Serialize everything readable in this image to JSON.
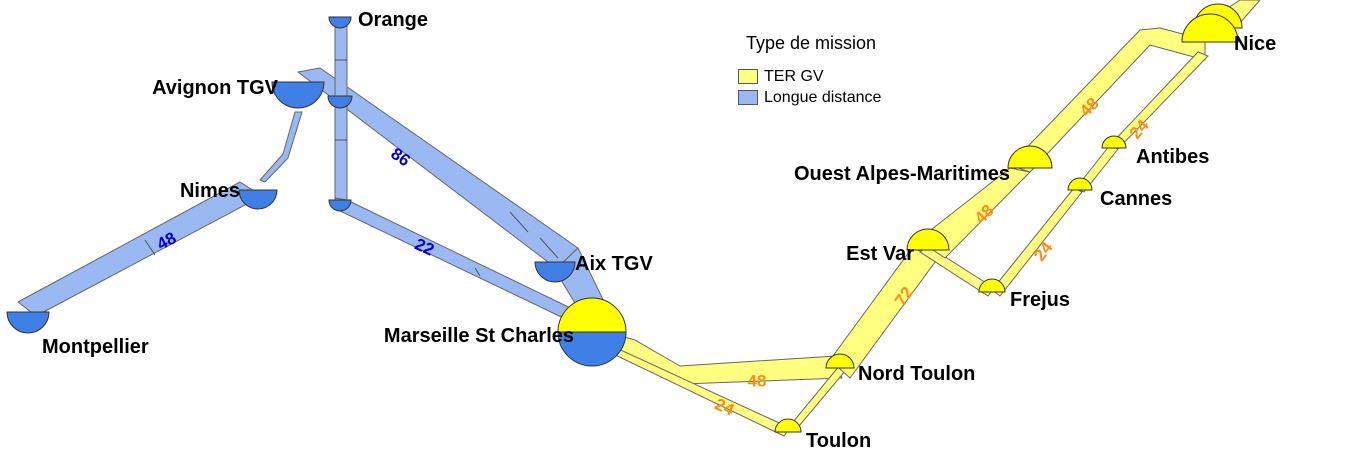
{
  "legend": {
    "title": "Type de mission",
    "items": [
      {
        "label": "TER GV",
        "color": "#ffff80"
      },
      {
        "label": "Longue distance",
        "color": "#9ab9f2"
      }
    ]
  },
  "colors": {
    "ter_fill": "#ffff80",
    "ld_fill": "#9ab9f2",
    "ter_node": "#ffff00",
    "ld_node": "#3f7fe6",
    "ter_value_text": "#ff8c1a",
    "ld_value_text": "#0000cc"
  },
  "stations": [
    {
      "id": "orange",
      "label": "Orange"
    },
    {
      "id": "avignon",
      "label": "Avignon TGV"
    },
    {
      "id": "nimes",
      "label": "Nimes"
    },
    {
      "id": "montpellier",
      "label": "Montpellier"
    },
    {
      "id": "aix",
      "label": "Aix TGV"
    },
    {
      "id": "marseille",
      "label": "Marseille St Charles"
    },
    {
      "id": "nord_toulon",
      "label": "Nord Toulon"
    },
    {
      "id": "toulon",
      "label": "Toulon"
    },
    {
      "id": "est_var",
      "label": "Est Var"
    },
    {
      "id": "frejus",
      "label": "Frejus"
    },
    {
      "id": "ouest_am",
      "label": "Ouest Alpes-Maritimes"
    },
    {
      "id": "cannes",
      "label": "Cannes"
    },
    {
      "id": "antibes",
      "label": "Antibes"
    },
    {
      "id": "nice",
      "label": "Nice"
    }
  ],
  "flows": [
    {
      "id": "avignon-aix",
      "type": "Longue distance",
      "value": "86"
    },
    {
      "id": "nimes-montpellier",
      "type": "Longue distance",
      "value": "48"
    },
    {
      "id": "orange-aix",
      "type": "Longue distance",
      "value": "22"
    },
    {
      "id": "marseille-nord_toulon",
      "type": "TER GV",
      "value": "48"
    },
    {
      "id": "marseille-toulon",
      "type": "TER GV",
      "value": "24"
    },
    {
      "id": "nord_toulon-est_var",
      "type": "TER GV",
      "value": "72"
    },
    {
      "id": "est_var-ouest_am",
      "type": "TER GV",
      "value": "48"
    },
    {
      "id": "ouest_am-nice",
      "type": "TER GV",
      "value": "48"
    },
    {
      "id": "frejus-cannes",
      "type": "TER GV",
      "value": "24"
    },
    {
      "id": "antibes-nice",
      "type": "TER GV",
      "value": "24"
    }
  ]
}
